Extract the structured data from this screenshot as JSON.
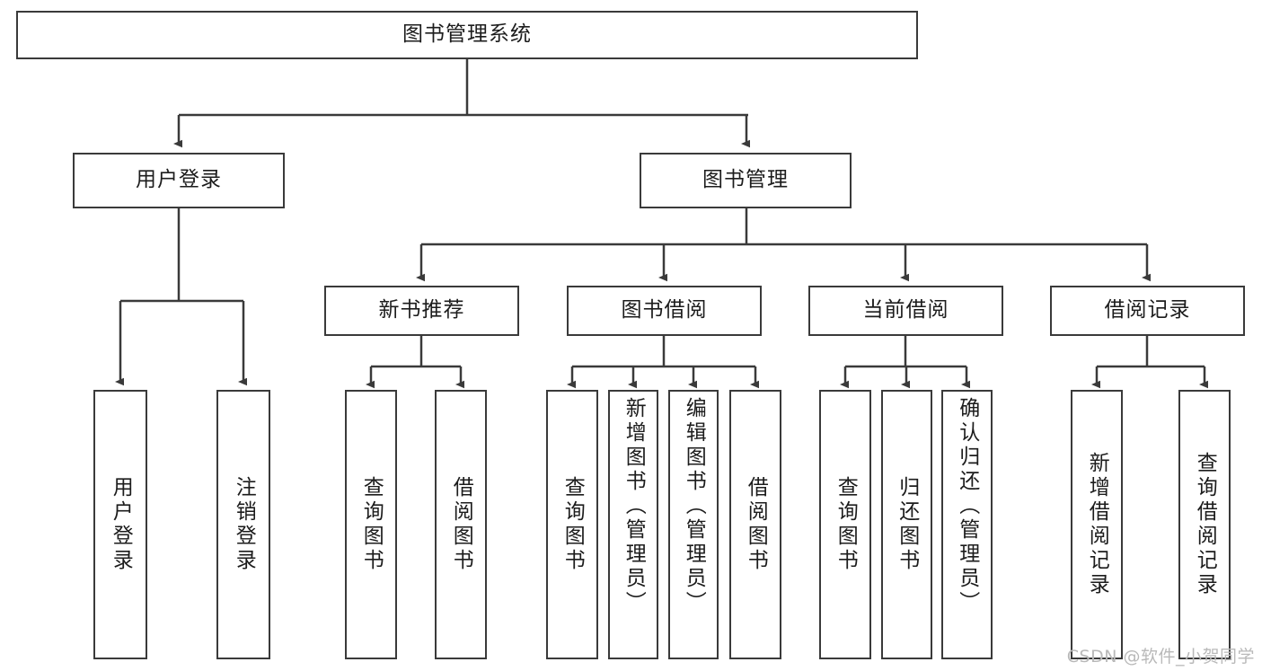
{
  "diagram": {
    "title": "图书管理系统",
    "type": "tree",
    "watermark": "CSDN @软件_小贺同学",
    "colors": {
      "box_border": "#3a3a3a",
      "box_fill": "#ffffff",
      "connector": "#3a3a3a",
      "text": "#1c1c1c",
      "watermark": "#b9b9b9",
      "background": "#ffffff"
    },
    "levels": {
      "root": {
        "label": "图书管理系统",
        "orientation": "horizontal"
      },
      "level2": [
        {
          "id": "user-login",
          "label": "用户登录",
          "orientation": "horizontal"
        },
        {
          "id": "book-management",
          "label": "图书管理",
          "orientation": "horizontal"
        }
      ],
      "level3": [
        {
          "id": "new-book-recommend",
          "label": "新书推荐",
          "orientation": "horizontal",
          "parent": "book-management"
        },
        {
          "id": "book-borrow",
          "label": "图书借阅",
          "orientation": "horizontal",
          "parent": "book-management"
        },
        {
          "id": "current-borrow",
          "label": "当前借阅",
          "orientation": "horizontal",
          "parent": "book-management"
        },
        {
          "id": "borrow-record",
          "label": "借阅记录",
          "orientation": "horizontal",
          "parent": "book-management"
        }
      ],
      "leaves": [
        {
          "id": "leaf-user-login",
          "label": "用户登录",
          "orientation": "vertical",
          "parent": "user-login"
        },
        {
          "id": "leaf-user-logout",
          "label": "注销登录",
          "orientation": "vertical",
          "parent": "user-login"
        },
        {
          "id": "leaf-query-book-1",
          "label": "查询图书",
          "orientation": "vertical",
          "parent": "new-book-recommend"
        },
        {
          "id": "leaf-borrow-book-1",
          "label": "借阅图书",
          "orientation": "vertical",
          "parent": "new-book-recommend"
        },
        {
          "id": "leaf-query-book-2",
          "label": "查询图书",
          "orientation": "vertical",
          "parent": "book-borrow"
        },
        {
          "id": "leaf-add-book",
          "label": "新增图书（管理员）",
          "orientation": "vertical",
          "parent": "book-borrow"
        },
        {
          "id": "leaf-edit-book",
          "label": "编辑图书（管理员）",
          "orientation": "vertical",
          "parent": "book-borrow"
        },
        {
          "id": "leaf-borrow-book-2",
          "label": "借阅图书",
          "orientation": "vertical",
          "parent": "book-borrow"
        },
        {
          "id": "leaf-query-book-3",
          "label": "查询图书",
          "orientation": "vertical",
          "parent": "current-borrow"
        },
        {
          "id": "leaf-return-book",
          "label": "归还图书",
          "orientation": "vertical",
          "parent": "current-borrow"
        },
        {
          "id": "leaf-confirm-return",
          "label": "确认归还（管理员）",
          "orientation": "vertical",
          "parent": "current-borrow"
        },
        {
          "id": "leaf-add-record",
          "label": "新增借阅记录",
          "orientation": "vertical",
          "parent": "borrow-record"
        },
        {
          "id": "leaf-query-record",
          "label": "查询借阅记录",
          "orientation": "vertical",
          "parent": "borrow-record"
        }
      ]
    }
  }
}
